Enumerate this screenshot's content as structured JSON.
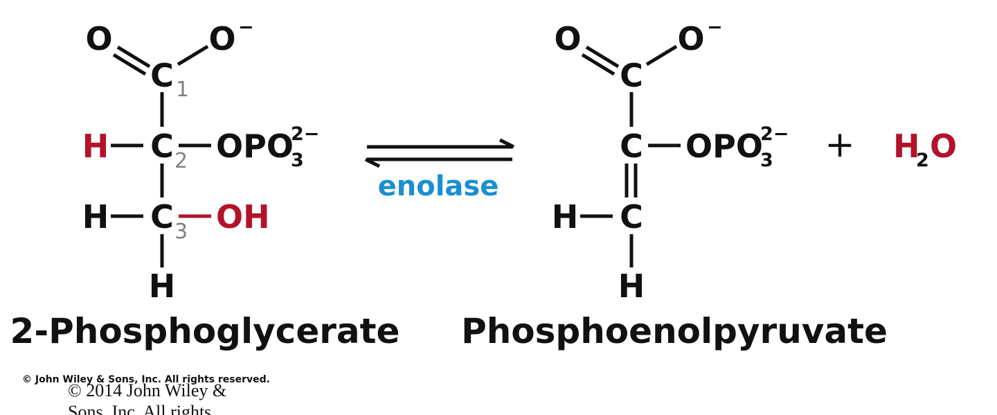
{
  "reactant": {
    "name": "2-Phosphoglycerate",
    "carboxyl_O": "O",
    "carboxyl_Ominus": "O",
    "charge_minus": "−",
    "c1": "C",
    "c1_num": "1",
    "c2": "C",
    "c2_num": "2",
    "c3": "C",
    "c3_num": "3",
    "h_c2": "H",
    "h_c3": "H",
    "h_bottom": "H",
    "phosphate": "OPO",
    "phosphate_sub": "3",
    "phosphate_charge": "2−",
    "hydroxyl": "OH"
  },
  "reaction": {
    "enzyme": "enolase",
    "plus": "+"
  },
  "product": {
    "name": "Phosphoenolpyruvate",
    "carboxyl_O": "O",
    "carboxyl_Ominus": "O",
    "charge_minus": "−",
    "c1": "C",
    "c2": "C",
    "c3": "C",
    "h_c3": "H",
    "h_bottom": "H",
    "phosphate": "OPO",
    "phosphate_sub": "3",
    "phosphate_charge": "2−"
  },
  "water": {
    "h": "H",
    "sub": "2",
    "o": "O"
  },
  "copyright": {
    "line1": "© John Wiley & Sons, Inc. All rights reserved.",
    "line2": "© 2014 John Wiley &",
    "line3": "Sons, Inc. All rights"
  },
  "colors": {
    "atom_black": "#111111",
    "highlight_red": "#b4122a",
    "enzyme_blue": "#1a8fd1",
    "carbon_number_gray": "#808080"
  }
}
